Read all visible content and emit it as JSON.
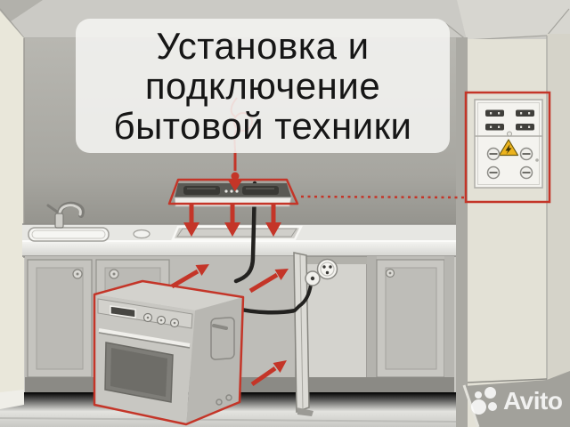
{
  "title": {
    "line1": "Установка и",
    "line2": "подключение",
    "line3": "бытовой техники"
  },
  "watermark": {
    "brand": "Avito"
  },
  "palette": {
    "accent_red": "#c43528",
    "warning_yellow": "#ecb31c",
    "wall_gray": "#aeada7",
    "cream_wall": "#e9e7da",
    "cabinet_gray": "#c2c1bc",
    "cable_black": "#232220",
    "title_bg": "rgba(244,244,241,0.88)",
    "title_text": "#161616"
  }
}
